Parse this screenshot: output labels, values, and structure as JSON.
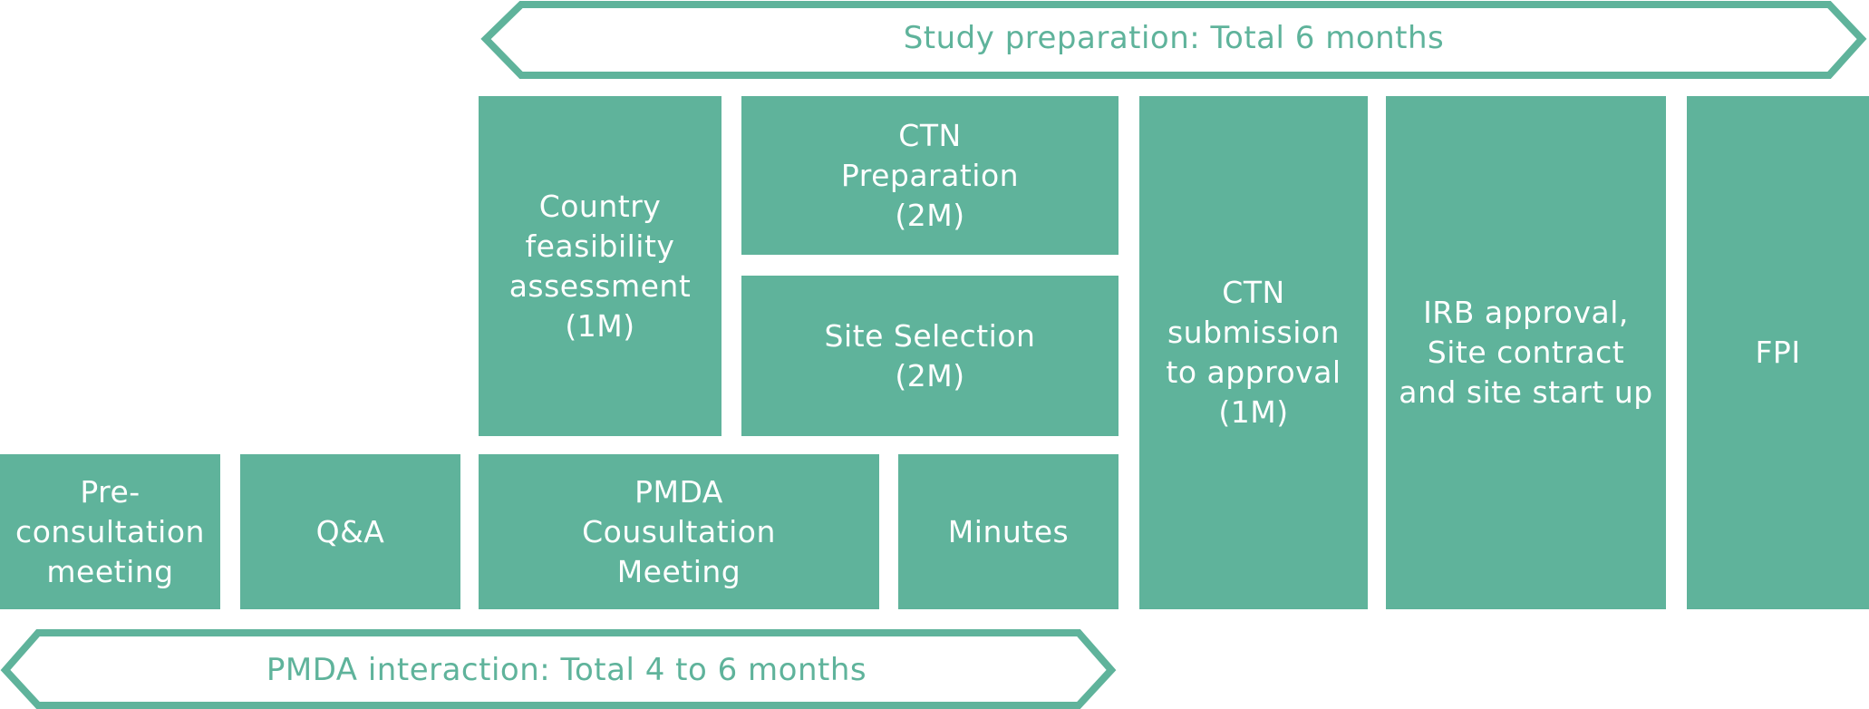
{
  "colors": {
    "block_fill": "#5fb39b",
    "block_text": "#ffffff",
    "arrow_stroke": "#5fb39b"
  },
  "arrows": {
    "study_preparation": "Study preparation: Total 6 months",
    "pmda_interaction": "PMDA interaction: Total 4 to 6 months"
  },
  "blocks": {
    "country_feasibility": "Country\nfeasibility\nassessment\n(1M)",
    "ctn_preparation": "CTN\nPreparation\n(2M)",
    "site_selection": "Site Selection\n(2M)",
    "ctn_submission": "CTN\nsubmission\nto approval\n(1M)",
    "irb_approval": "IRB approval,\nSite contract\nand site start up",
    "fpi": "FPI",
    "pre_consultation": "Pre-\nconsultation\nmeeting",
    "qa": "Q&A",
    "pmda_consultation": "PMDA\nCousultation\nMeeting",
    "minutes": "Minutes"
  }
}
